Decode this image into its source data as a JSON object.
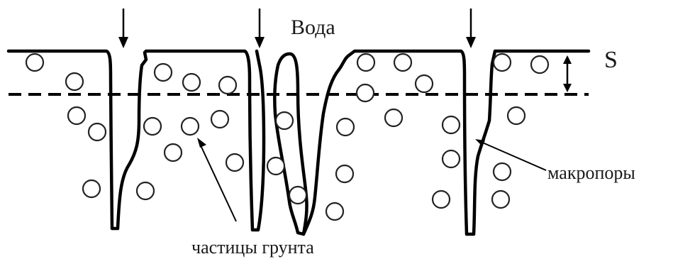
{
  "labels": {
    "water": "Вода",
    "s": "S",
    "macropores": "макропоры",
    "soil_particles": "частицы грунта"
  }
}
